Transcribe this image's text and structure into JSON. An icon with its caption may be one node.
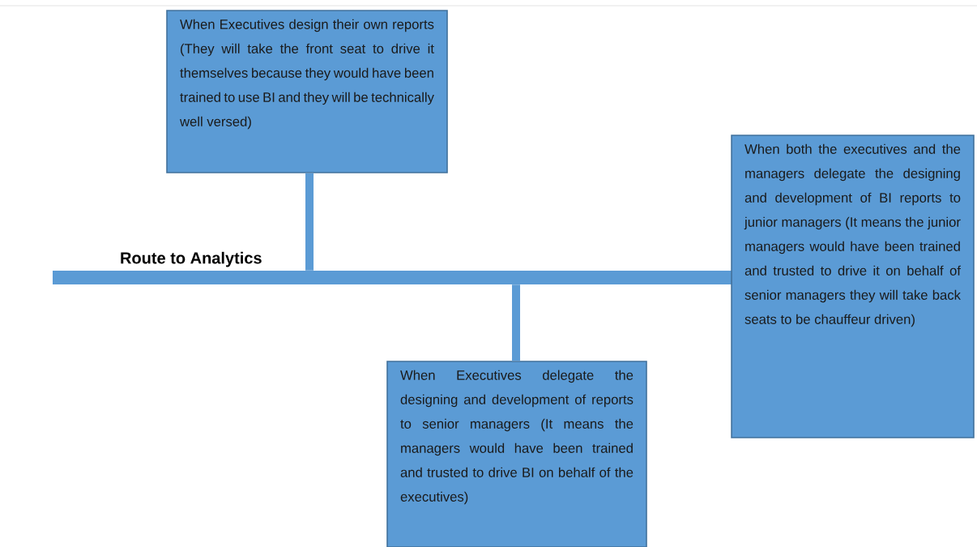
{
  "diagram": {
    "nodes": [
      {
        "text": [],
        "shape": "bar",
        "beside": [
          "Route to Analytics"
        ]
      },
      {
        "text": [
          "When Executives design their own reports (They will take the front seat to drive it themselves because they would have been trained to use BI and they will be technically well versed)"
        ]
      },
      {
        "text": [
          "When both the executives and the managers delegate the designing and development of BI reports to junior managers (It means the junior managers would have been trained and trusted to drive it on behalf of senior managers they will take back seats to be chauffeur driven)"
        ]
      },
      {
        "text": [
          "When Executives delegate the designing and development of reports to senior managers (It means the managers would have been trained and trusted to drive BI on behalf of the executives)"
        ]
      }
    ],
    "edges": [
      {
        "from": 1,
        "to": 0,
        "arrow": "none"
      },
      {
        "from": 3,
        "to": 0,
        "arrow": "none"
      }
    ]
  }
}
